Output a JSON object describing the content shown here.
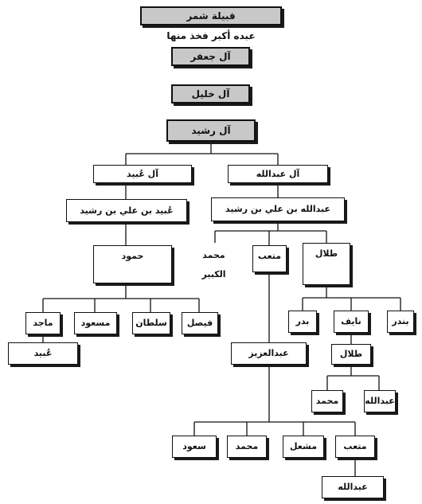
{
  "caption": "عبده أكبر فخذ منها",
  "nodes": {
    "shammar": "قبيلة شمر",
    "jafar": "آل جعفر",
    "khalil": "آل خليل",
    "rashid": "آل رشيد",
    "al_abdullah": "آل عبدالله",
    "al_obaid": "آل عُبيد",
    "abdullah_ali": "عبدالله بن علي بن رشيد",
    "obaid_ali": "عُبيد بن علي بن رشيد",
    "hamoud": "حمود",
    "mohammed_kabir_line1": "محمد",
    "mohammed_kabir_line2": "الكبير",
    "miteb": "متعب",
    "talal": "طلال",
    "majid": "ماجد",
    "masoud": "مسعود",
    "sultan": "سلطان",
    "faisal": "فيصل",
    "obaid2": "عُبيد",
    "badr": "بدر",
    "nayef": "نايف",
    "bandar": "بندر",
    "talal2": "طلال",
    "mohammed2": "محمد",
    "abdullah2": "عبدالله",
    "abdulaziz": "عبدالعزيز",
    "saud": "سعود",
    "mohammed3": "محمد",
    "mishal": "مشعل",
    "miteb2": "متعب",
    "abdullah3": "عبدالله"
  }
}
